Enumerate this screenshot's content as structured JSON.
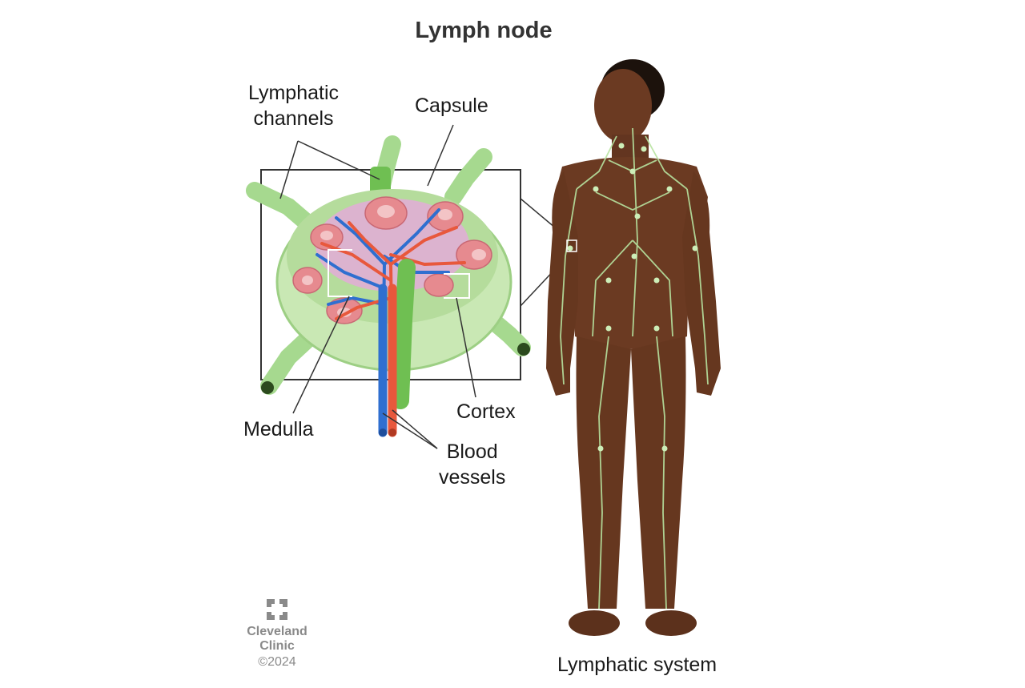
{
  "title": "Lymph node",
  "labels": {
    "lymphatic_channels": "Lymphatic\nchannels",
    "capsule": "Capsule",
    "medulla": "Medulla",
    "cortex": "Cortex",
    "blood_vessels": "Blood\nvessels",
    "lymphatic_system": "Lymphatic system"
  },
  "logo": {
    "brand_line1": "Cleveland",
    "brand_line2": "Clinic",
    "copyright": "©2024",
    "icon": "cleveland-clinic-cross-icon"
  },
  "colors": {
    "lymph_green": "#9ed68a",
    "node_green": "#c9e8b4",
    "follicle_red": "#e68a8f",
    "medulla_pink": "#dcb3cf",
    "artery_red": "#e8583c",
    "vein_blue": "#2f6fd0",
    "skin": "#6b3a22",
    "logo_gray": "#8a8a8a"
  }
}
